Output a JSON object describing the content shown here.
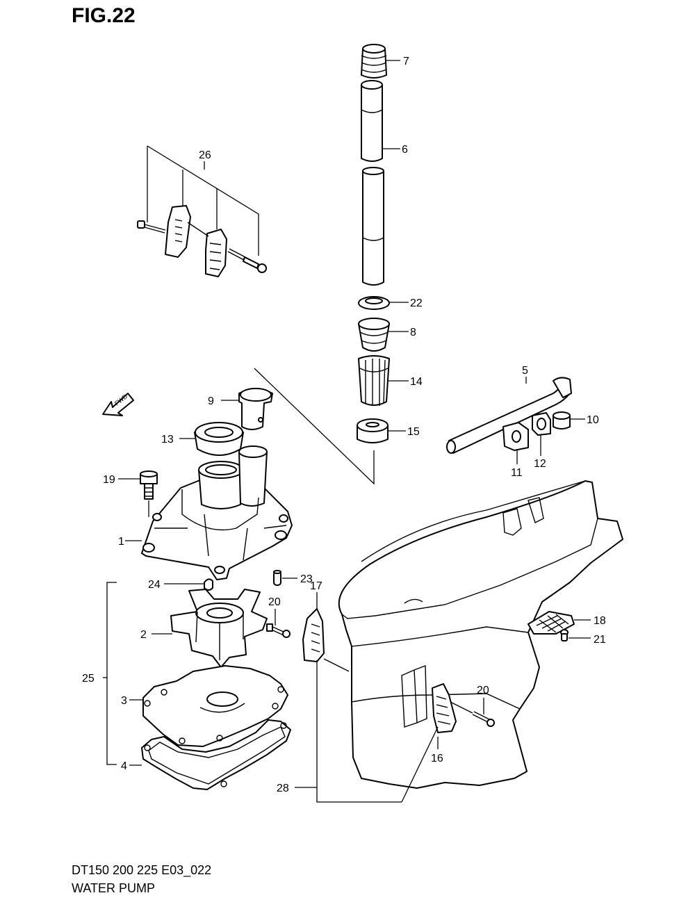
{
  "figure": {
    "title": "FIG.22",
    "code": "DT150 200 225 E03_022",
    "name": "WATER PUMP"
  },
  "direction_marker": "FWD",
  "callouts": [
    {
      "id": "c1",
      "label": "1"
    },
    {
      "id": "c2",
      "label": "2"
    },
    {
      "id": "c3",
      "label": "3"
    },
    {
      "id": "c4",
      "label": "4"
    },
    {
      "id": "c5",
      "label": "5"
    },
    {
      "id": "c6",
      "label": "6"
    },
    {
      "id": "c7",
      "label": "7"
    },
    {
      "id": "c8",
      "label": "8"
    },
    {
      "id": "c9",
      "label": "9"
    },
    {
      "id": "c10",
      "label": "10"
    },
    {
      "id": "c11",
      "label": "11"
    },
    {
      "id": "c12",
      "label": "12"
    },
    {
      "id": "c13",
      "label": "13"
    },
    {
      "id": "c14",
      "label": "14"
    },
    {
      "id": "c15",
      "label": "15"
    },
    {
      "id": "c16",
      "label": "16"
    },
    {
      "id": "c17",
      "label": "17"
    },
    {
      "id": "c18",
      "label": "18"
    },
    {
      "id": "c19",
      "label": "19"
    },
    {
      "id": "c20a",
      "label": "20"
    },
    {
      "id": "c20b",
      "label": "20"
    },
    {
      "id": "c21",
      "label": "21"
    },
    {
      "id": "c22",
      "label": "22"
    },
    {
      "id": "c23",
      "label": "23"
    },
    {
      "id": "c24",
      "label": "24"
    },
    {
      "id": "c25",
      "label": "25"
    },
    {
      "id": "c26",
      "label": "26"
    },
    {
      "id": "c28",
      "label": "28"
    }
  ]
}
